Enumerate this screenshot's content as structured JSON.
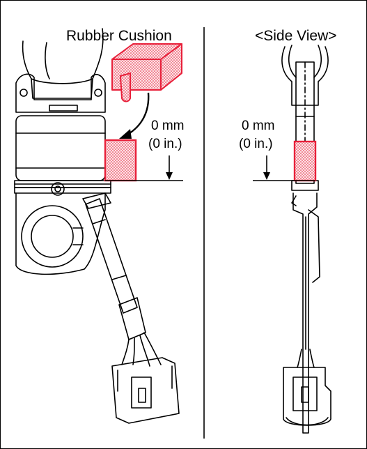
{
  "labels": {
    "rubber_cushion": "Rubber Cushion",
    "side_view": "<Side View>",
    "left_dim_mm": "0 mm",
    "left_dim_in": "(0 in.)",
    "right_dim_mm": "0 mm",
    "right_dim_in": "(0 in.)"
  },
  "colors": {
    "highlight": "#e8203a",
    "stipple": "#f3b3bb",
    "line": "#000000"
  }
}
